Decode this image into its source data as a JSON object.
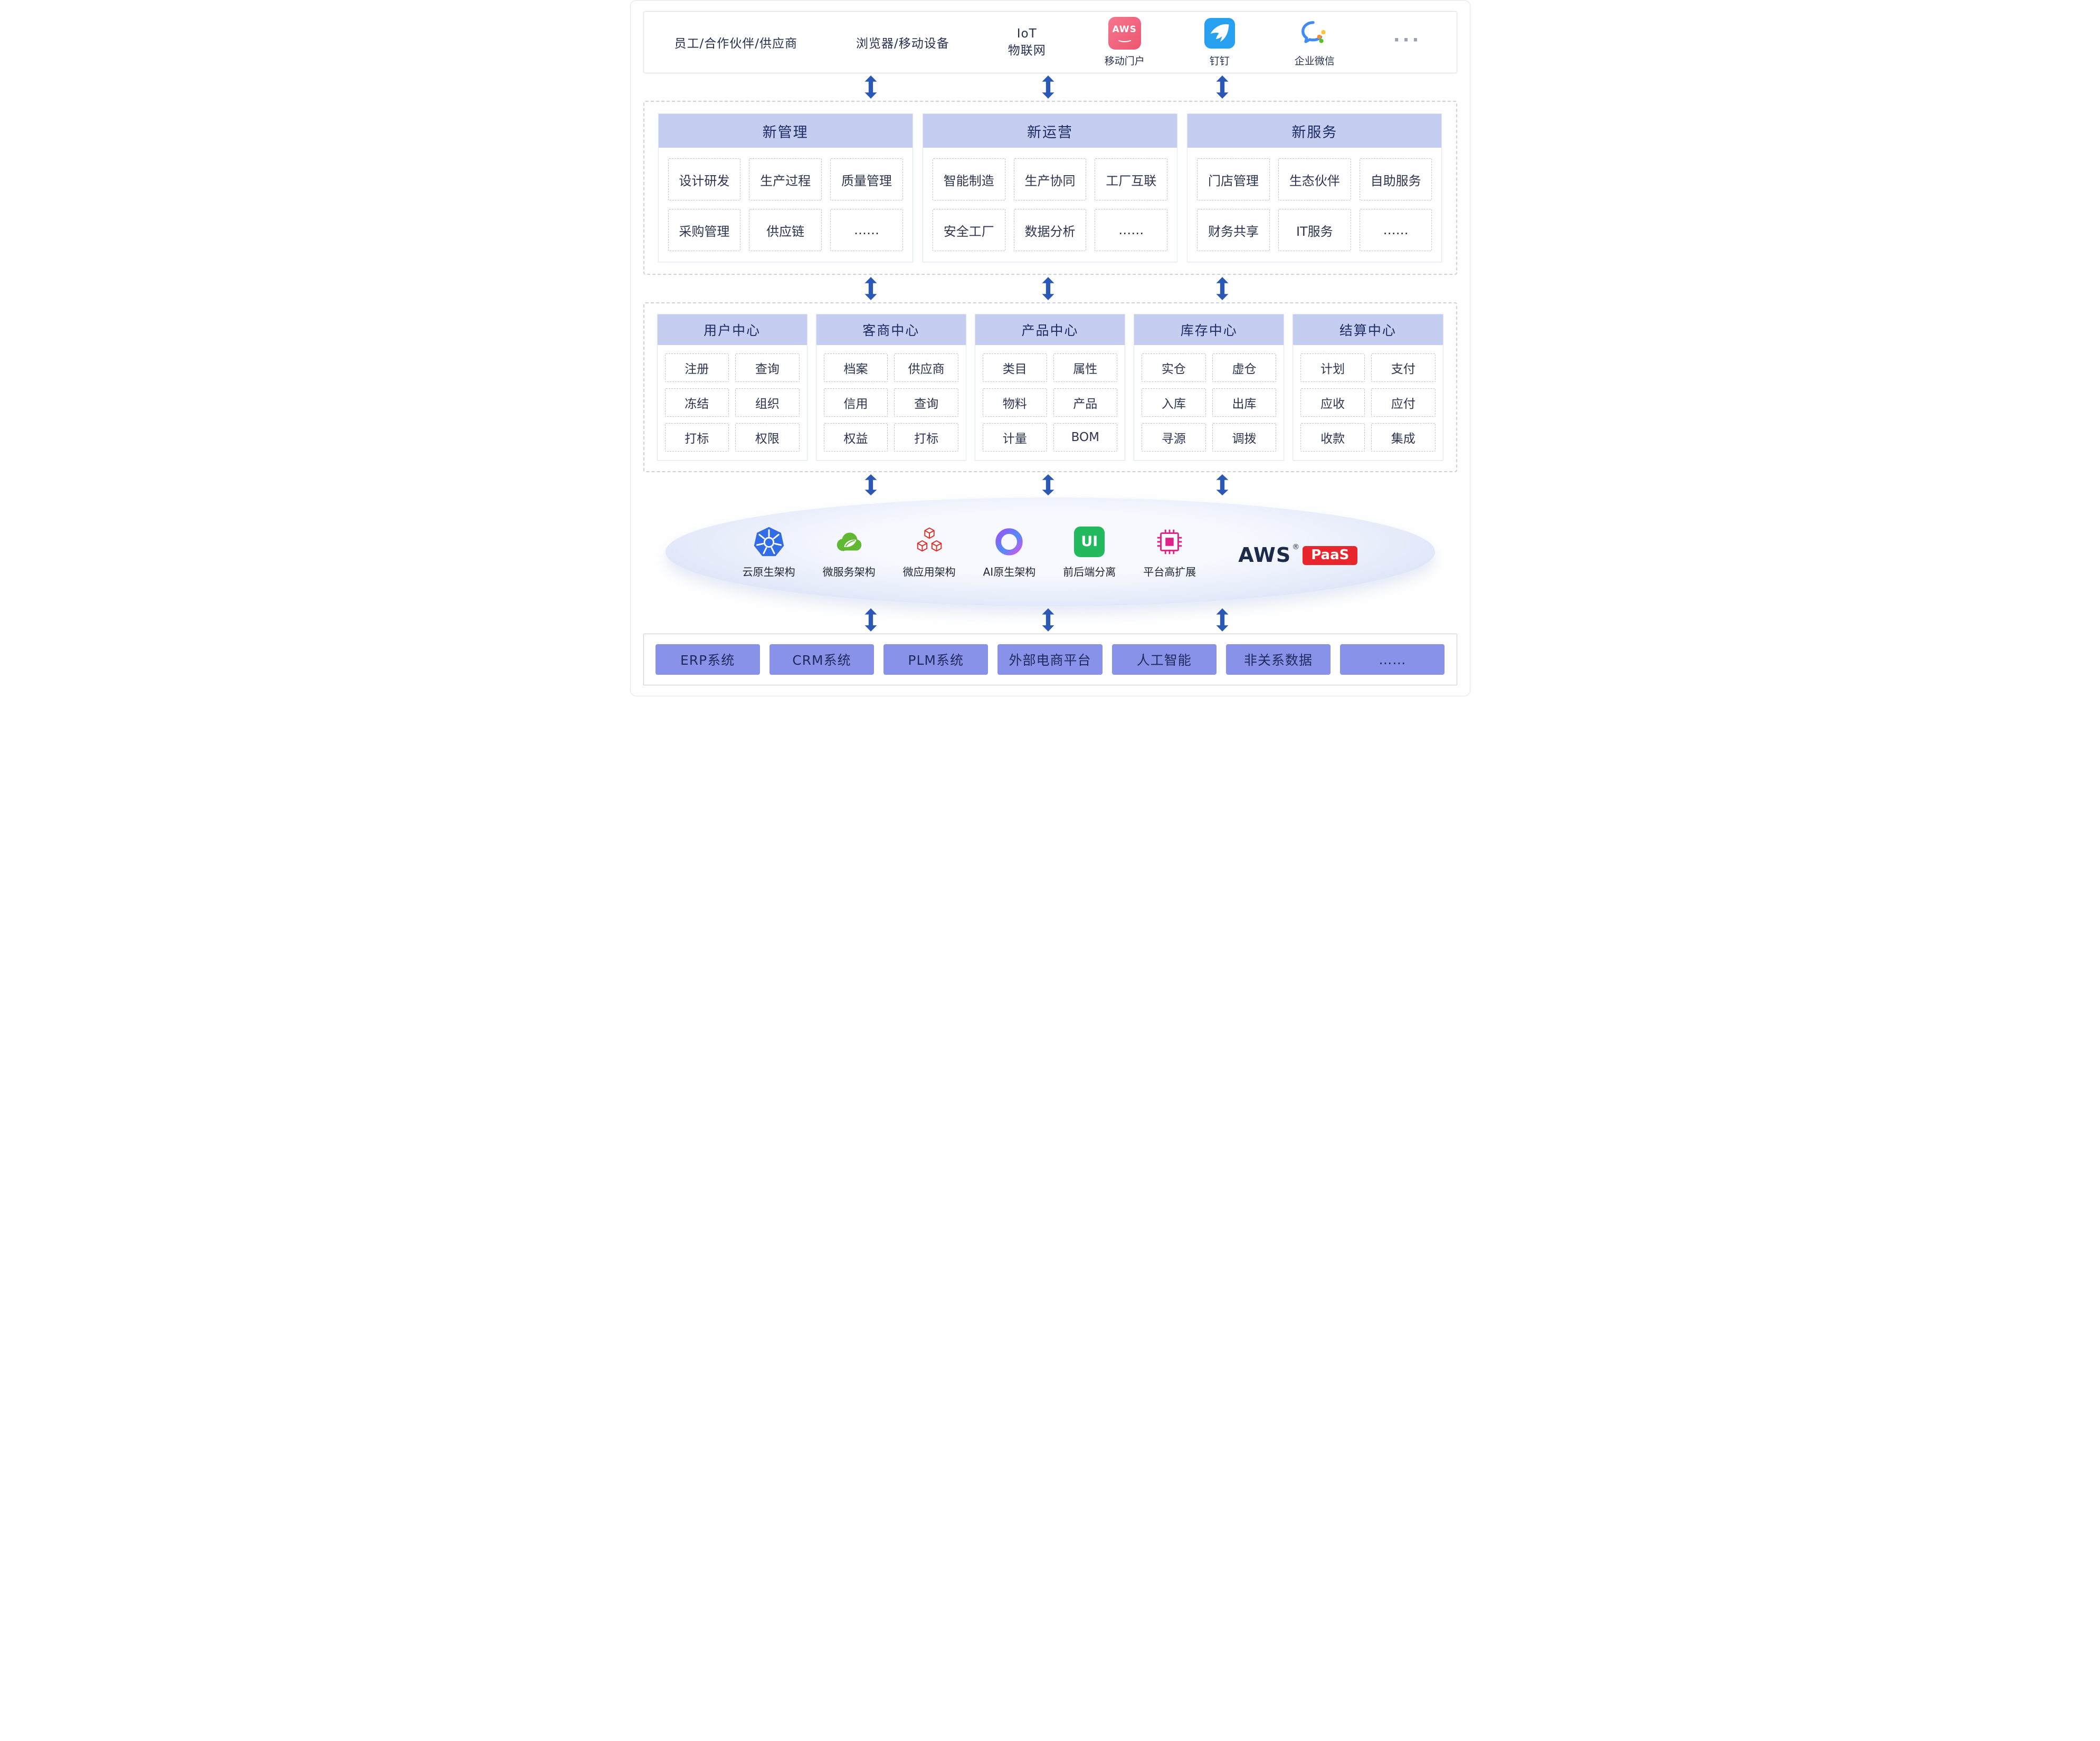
{
  "access": {
    "user_label": "员工/合作伙伴/供应商",
    "device_label": "浏览器/移动设备",
    "iot_line1": "IoT",
    "iot_line2": "物联网",
    "portals": [
      {
        "label": "移动门户",
        "badge": "AWS",
        "icon": "aws-mobile-portal-icon"
      },
      {
        "label": "钉钉",
        "icon": "dingtalk-icon"
      },
      {
        "label": "企业微信",
        "icon": "wechat-work-icon"
      }
    ],
    "more": "···"
  },
  "business": {
    "groups": [
      {
        "title": "新管理",
        "items": [
          "设计研发",
          "生产过程",
          "质量管理",
          "采购管理",
          "供应链",
          "……"
        ]
      },
      {
        "title": "新运营",
        "items": [
          "智能制造",
          "生产协同",
          "工厂互联",
          "安全工厂",
          "数据分析",
          "……"
        ]
      },
      {
        "title": "新服务",
        "items": [
          "门店管理",
          "生态伙伴",
          "自助服务",
          "财务共享",
          "IT服务",
          "……"
        ]
      }
    ]
  },
  "centers": {
    "groups": [
      {
        "title": "用户中心",
        "items": [
          "注册",
          "查询",
          "冻结",
          "组织",
          "打标",
          "权限"
        ]
      },
      {
        "title": "客商中心",
        "items": [
          "档案",
          "供应商",
          "信用",
          "查询",
          "权益",
          "打标"
        ]
      },
      {
        "title": "产品中心",
        "items": [
          "类目",
          "属性",
          "物料",
          "产品",
          "计量",
          "BOM"
        ]
      },
      {
        "title": "库存中心",
        "items": [
          "实仓",
          "虚仓",
          "入库",
          "出库",
          "寻源",
          "调拨"
        ]
      },
      {
        "title": "结算中心",
        "items": [
          "计划",
          "支付",
          "应收",
          "应付",
          "收款",
          "集成"
        ]
      }
    ]
  },
  "platform": {
    "items": [
      {
        "label": "云原生架构",
        "icon": "kubernetes-icon"
      },
      {
        "label": "微服务架构",
        "icon": "spring-icon"
      },
      {
        "label": "微应用架构",
        "icon": "micro-app-cubes-icon"
      },
      {
        "label": "AI原生架构",
        "icon": "ai-ring-icon"
      },
      {
        "label": "前后端分离",
        "icon": "ui-icon",
        "badge": "UI"
      },
      {
        "label": "平台高扩展",
        "icon": "chip-icon"
      }
    ],
    "brand": {
      "name": "AWS",
      "reg": "®",
      "paas": "PaaS"
    }
  },
  "systems": {
    "items": [
      "ERP系统",
      "CRM系统",
      "PLM系统",
      "外部电商平台",
      "人工智能",
      "非关系数据",
      "……"
    ]
  },
  "colors": {
    "header_bg": "#c5cdf1",
    "arrow_blue": "#2a58b4",
    "system_btn": "#8792e8",
    "portal_pink": "#ee566f",
    "dingtalk_blue": "#28a0f0",
    "kubernetes_blue": "#326de6",
    "spring_green": "#61b832",
    "microapp_red": "#e02b2b",
    "ui_green": "#22b95f",
    "chip_pink": "#e0218a",
    "paas_red": "#e8262d"
  }
}
